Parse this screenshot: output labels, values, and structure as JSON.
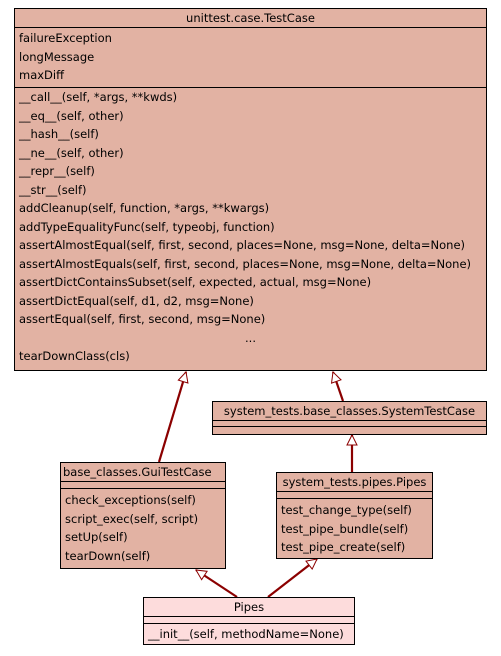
{
  "colors": {
    "class_fill": "#e2b2a3",
    "focus_class_fill": "#fddcdc",
    "edge": "#8b0000",
    "border": "#000000"
  },
  "classes": {
    "testcase": {
      "name": "unittest.case.TestCase",
      "attributes": [
        "failureException",
        "longMessage",
        "maxDiff"
      ],
      "methods": [
        "__call__(self, *args, **kwds)",
        "__eq__(self, other)",
        "__hash__(self)",
        "__ne__(self, other)",
        "__repr__(self)",
        "__str__(self)",
        "addCleanup(self, function, *args, **kwargs)",
        "addTypeEqualityFunc(self, typeobj, function)",
        "assertAlmostEqual(self, first, second, places=None, msg=None, delta=None)",
        "assertAlmostEquals(self, first, second, places=None, msg=None, delta=None)",
        "assertDictContainsSubset(self, expected, actual, msg=None)",
        "assertDictEqual(self, d1, d2, msg=None)",
        "assertEqual(self, first, second, msg=None)",
        "...",
        "tearDownClass(cls)"
      ]
    },
    "systemtestcase": {
      "name": "system_tests.base_classes.SystemTestCase",
      "attributes": [],
      "methods": []
    },
    "guitestcase": {
      "name": "base_classes.GuiTestCase",
      "attributes": [],
      "methods": [
        "check_exceptions(self)",
        "script_exec(self, script)",
        "setUp(self)",
        "tearDown(self)"
      ]
    },
    "pipes_tests": {
      "name": "system_tests.pipes.Pipes",
      "attributes": [],
      "methods": [
        "test_change_type(self)",
        "test_pipe_bundle(self)",
        "test_pipe_create(self)"
      ]
    },
    "pipes": {
      "name": "Pipes",
      "attributes": [],
      "methods": [
        "__init__(self, methodName=None)"
      ]
    }
  }
}
